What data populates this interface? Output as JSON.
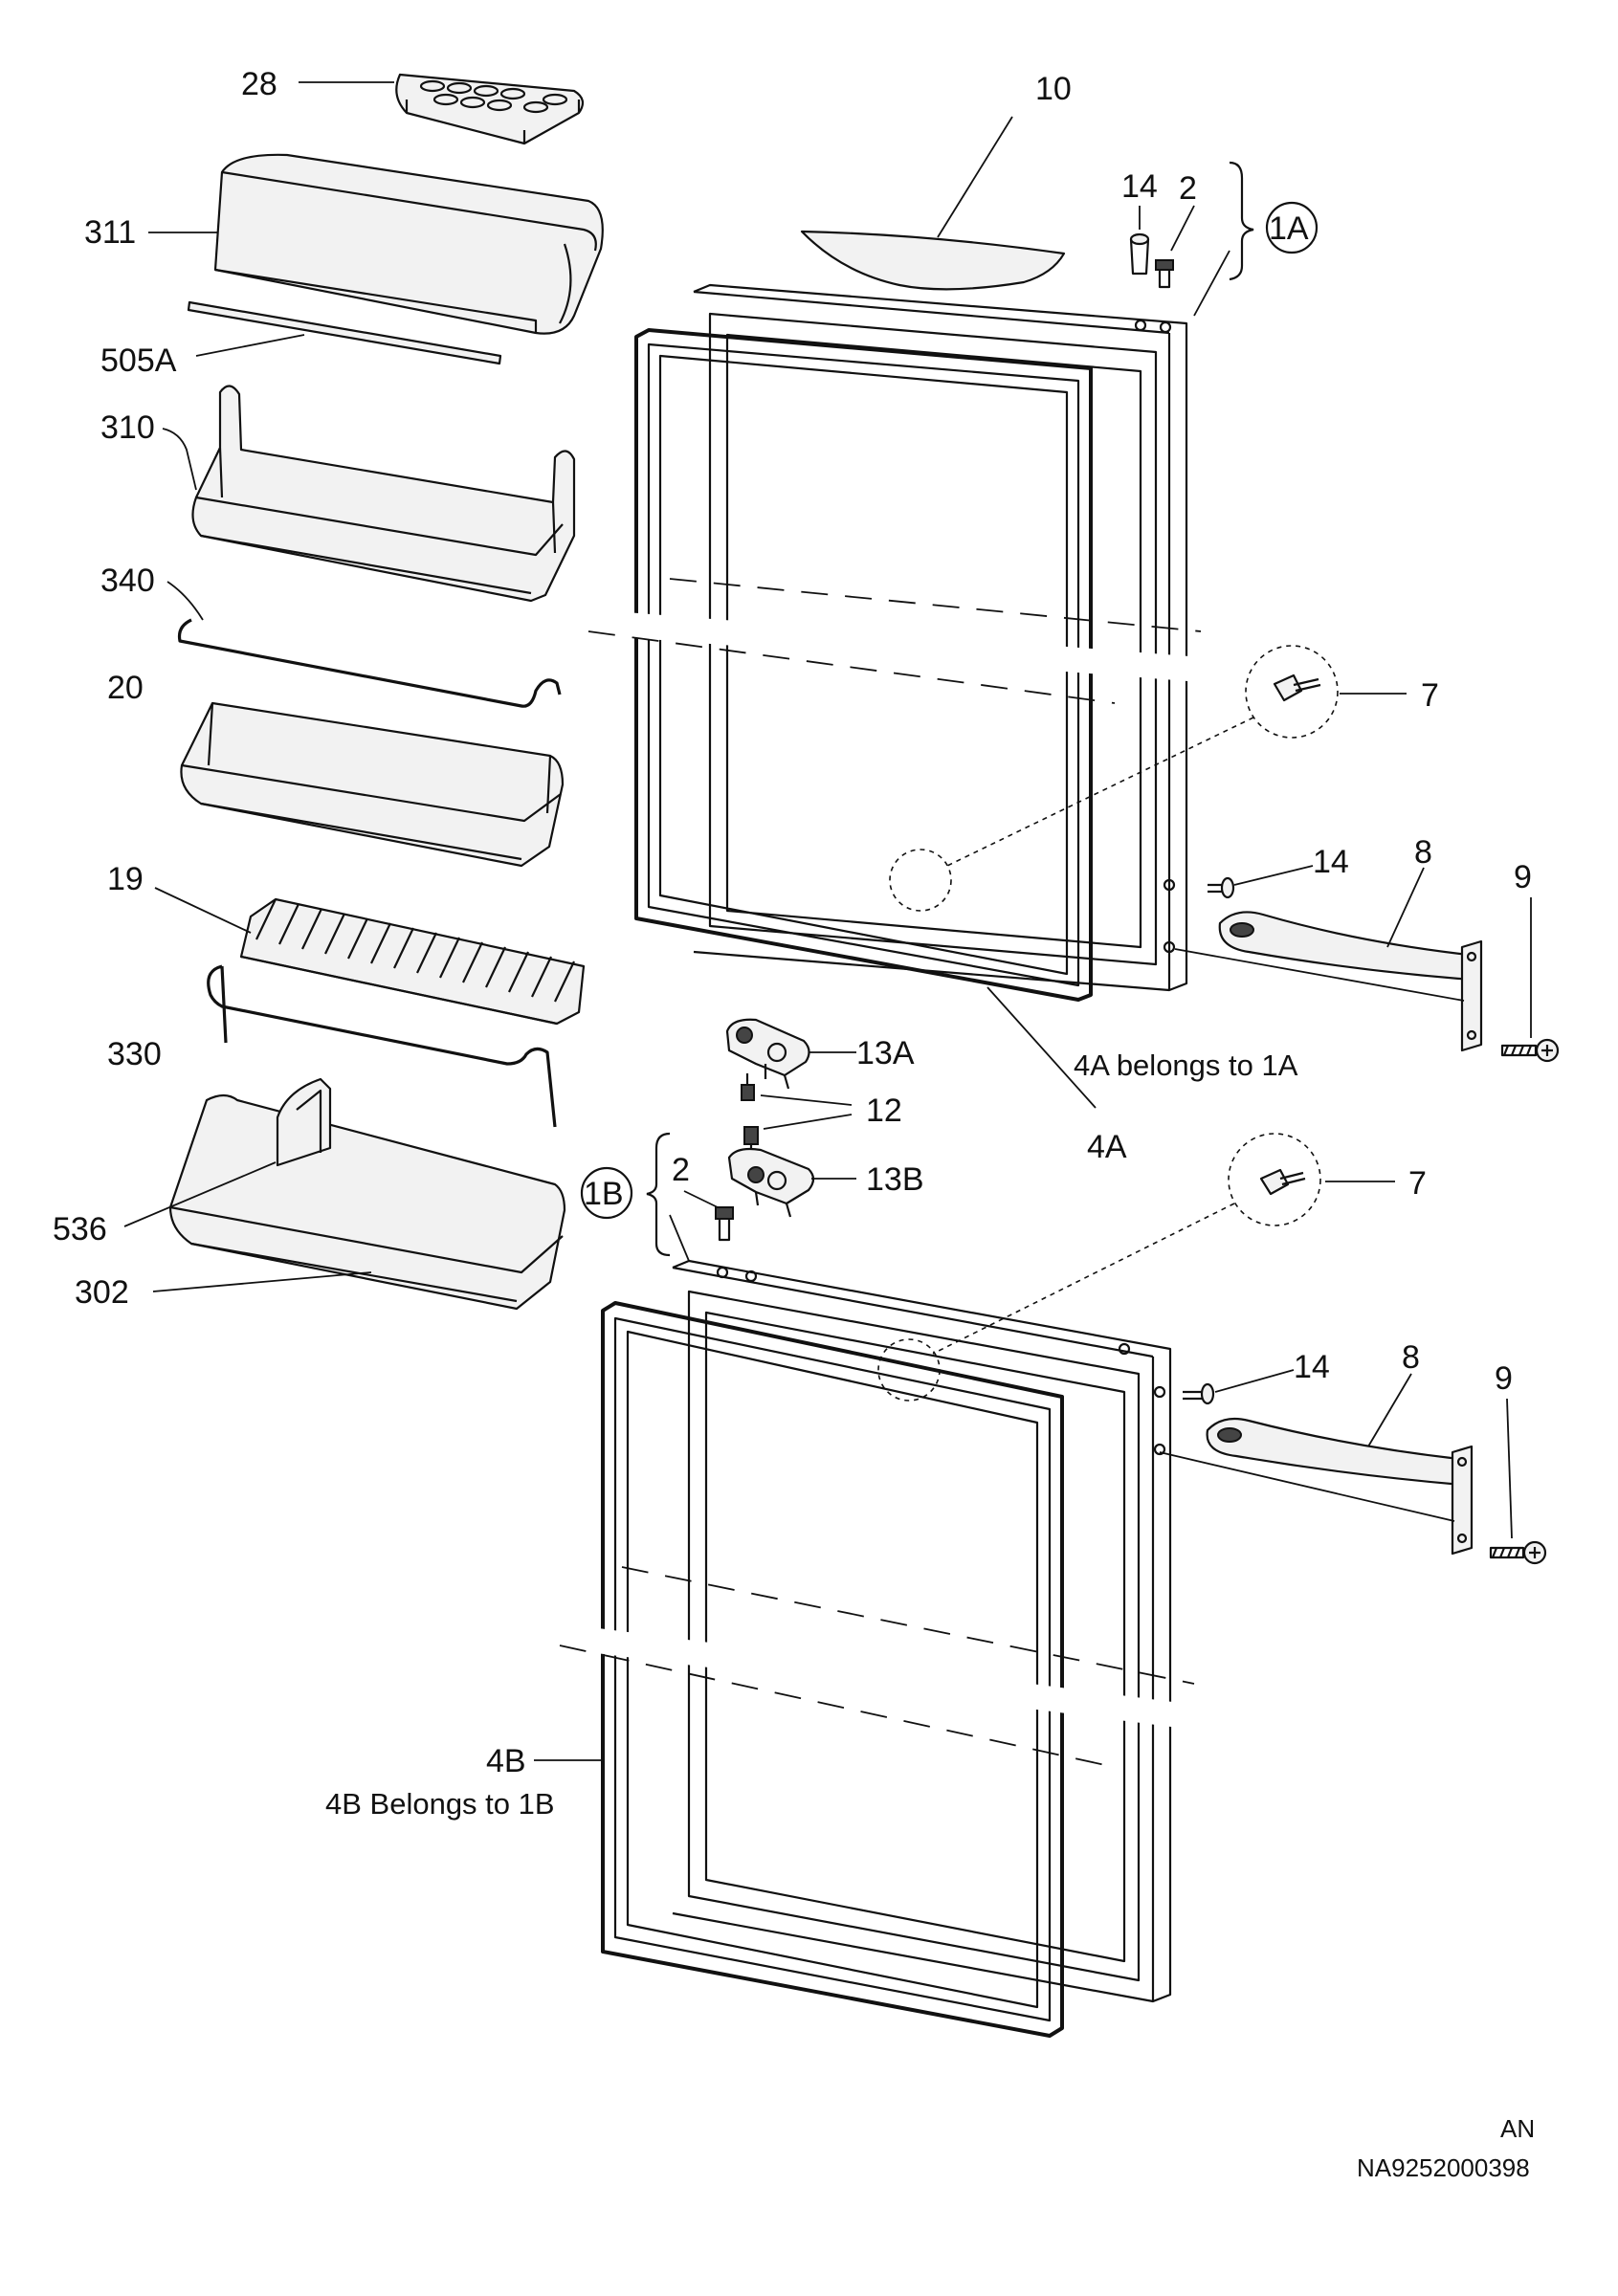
{
  "callouts": {
    "p28": "28",
    "p311": "311",
    "p505a": "505A",
    "p310": "310",
    "p340": "340",
    "p20": "20",
    "p19": "19",
    "p330": "330",
    "p536": "536",
    "p302": "302",
    "p10": "10",
    "p14_top": "14",
    "p2_top": "2",
    "p1a": "1A",
    "p7_upper": "7",
    "p14_mid": "14",
    "p8_upper": "8",
    "p9_upper": "9",
    "p13a": "13A",
    "p12": "12",
    "p13b": "13B",
    "p2_mid": "2",
    "p1b": "1B",
    "p4a": "4A",
    "p7_lower": "7",
    "p14_low": "14",
    "p8_lower": "8",
    "p9_lower": "9",
    "p4b": "4B"
  },
  "notes": {
    "note_4a": "4A belongs to 1A",
    "note_4b": "4B  Belongs to 1B"
  },
  "footer": {
    "code_an": "AN",
    "code_doc": "NA9252000398"
  }
}
